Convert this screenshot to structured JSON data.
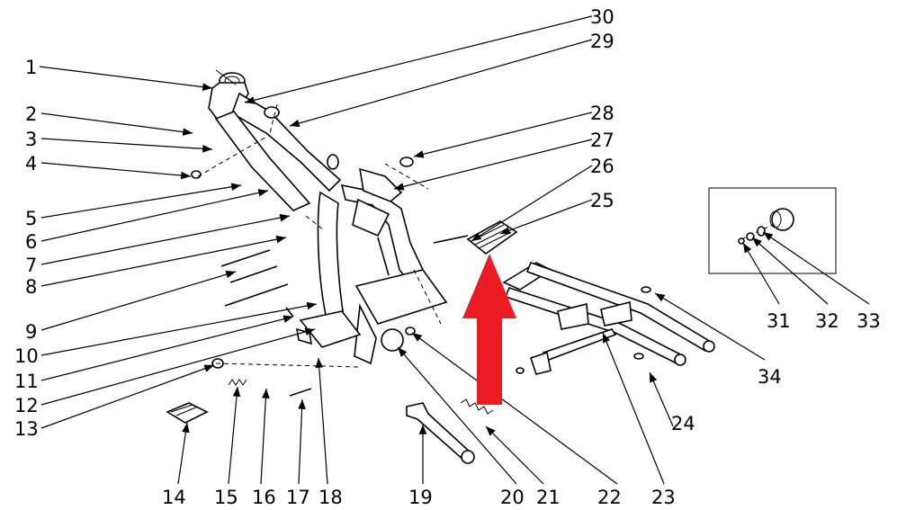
{
  "callouts": {
    "n1": "1",
    "n2": "2",
    "n3": "3",
    "n4": "4",
    "n5": "5",
    "n6": "6",
    "n7": "7",
    "n8": "8",
    "n9": "9",
    "n10": "10",
    "n11": "11",
    "n12": "12",
    "n13": "13",
    "n14": "14",
    "n15": "15",
    "n16": "16",
    "n17": "17",
    "n18": "18",
    "n19": "19",
    "n20": "20",
    "n21": "21",
    "n22": "22",
    "n23": "23",
    "n24": "24",
    "n25": "25",
    "n26": "26",
    "n27": "27",
    "n28": "28",
    "n29": "29",
    "n30": "30",
    "n31": "31",
    "n32": "32",
    "n33": "33",
    "n34": "34"
  },
  "colors": {
    "line": "#000000",
    "highlight_arrow": "#ed1c24",
    "background": "#ffffff"
  },
  "icons": {
    "highlight": "up-arrow-icon"
  }
}
